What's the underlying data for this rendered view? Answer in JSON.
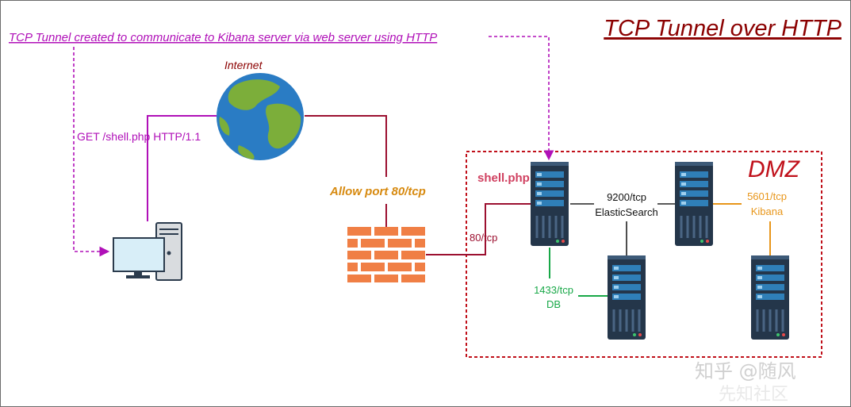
{
  "title": "TCP Tunnel over HTTP",
  "note": "TCP Tunnel created to communicate to Kibana server via web server using HTTP",
  "internet_label": "Internet",
  "http_request_label": "GET /shell.php HTTP/1.1",
  "firewall_label": "Allow port 80/tcp",
  "zone_label": "DMZ",
  "shell_label": "shell.php",
  "port_80_label": "80/tcp",
  "db_port_label": "1433/tcp",
  "db_label": "DB",
  "es_port_label": "9200/tcp",
  "es_label": "ElasticSearch",
  "kibana_port_label": "5601/tcp",
  "kibana_label": "Kibana",
  "watermark_text": "知乎 @随风",
  "watermark_sub": "先知社区",
  "colors": {
    "title": "#8b0000",
    "note": "#b010b8",
    "dmz_border": "#c0101a",
    "dark_red_link": "#9c1030",
    "firewall_text": "#d78a10",
    "db_link": "#18a848",
    "kibana_link": "#e8961a",
    "server_body": "#24364a",
    "brick": "#f07f45"
  }
}
